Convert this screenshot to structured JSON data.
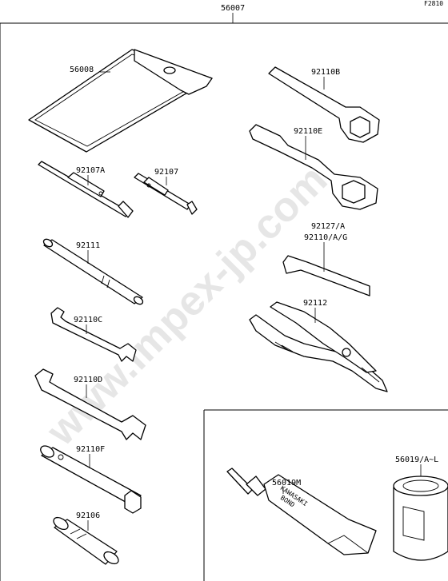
{
  "figure_code": "F2810",
  "watermark": "www.impex-jp.com",
  "assembly_label": "56007",
  "tube_print": [
    "KAWASAKI",
    "BOND"
  ],
  "parts": [
    {
      "key": "pouch",
      "label": "56008"
    },
    {
      "key": "screwdriver_a",
      "label": "92107A"
    },
    {
      "key": "screwdriver",
      "label": "92107"
    },
    {
      "key": "handle",
      "label": "92111"
    },
    {
      "key": "wrench_c",
      "label": "92110C"
    },
    {
      "key": "wrench_d",
      "label": "92110D"
    },
    {
      "key": "box_wrench",
      "label": "92110F"
    },
    {
      "key": "adapter",
      "label": "92106"
    },
    {
      "key": "ring_wrench_b",
      "label": "92110B"
    },
    {
      "key": "ring_wrench_e",
      "label": "92110E"
    },
    {
      "key": "hex_key_1",
      "label": "92127/A"
    },
    {
      "key": "hex_key_2",
      "label": "92110/A/G"
    },
    {
      "key": "pliers",
      "label": "92112"
    },
    {
      "key": "bond_tube",
      "label": "56019M"
    },
    {
      "key": "bond_can",
      "label": "56019/A~L"
    }
  ]
}
